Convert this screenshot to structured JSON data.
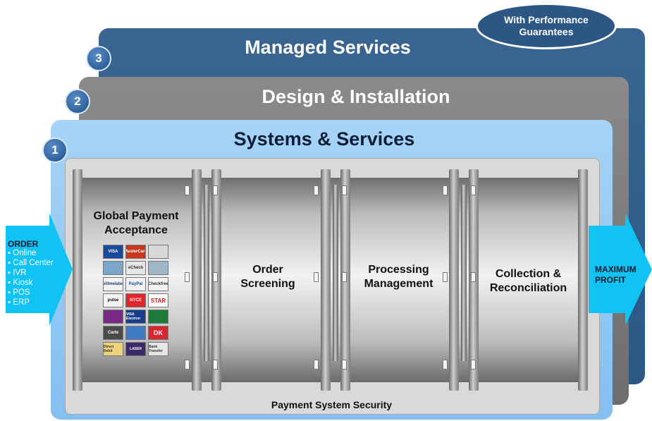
{
  "layers": [
    {
      "number": "3",
      "title": "Managed Services"
    },
    {
      "number": "2",
      "title": "Design & Installation"
    },
    {
      "number": "1",
      "title": "Systems & Services"
    }
  ],
  "performance_bubble": {
    "line1": "With Performance",
    "line2": "Guarantees"
  },
  "input": {
    "title": "ORDER",
    "channels": [
      "Online",
      "Call Center",
      "IVR",
      "Kiosk",
      "POS",
      "ERP"
    ]
  },
  "stages": [
    {
      "line1": "Global Payment",
      "line2": "Acceptance"
    },
    {
      "line1": "Order",
      "line2": "Screening"
    },
    {
      "line1": "Processing",
      "line2": "Management"
    },
    {
      "line1": "Collection &",
      "line2": "Reconciliation"
    }
  ],
  "output": {
    "line1": "MAXIMUM",
    "line2": "PROFIT"
  },
  "footer": "Payment System Security",
  "payment_cards": [
    "VISA",
    "MasterCard",
    "",
    "",
    "eCheck",
    "",
    "billmelater",
    "PayPal",
    "Checkfree",
    "pulse",
    "NYCE",
    "STAR",
    "",
    "VISA Electron",
    "",
    "Carte",
    "",
    "DK",
    "Direct Debit",
    "LASER",
    "Bank Transfer"
  ],
  "colors": {
    "managed": "#2c5785",
    "design": "#7a7a7a",
    "systems": "#98cbf4",
    "arrow": "#11c3f2"
  }
}
